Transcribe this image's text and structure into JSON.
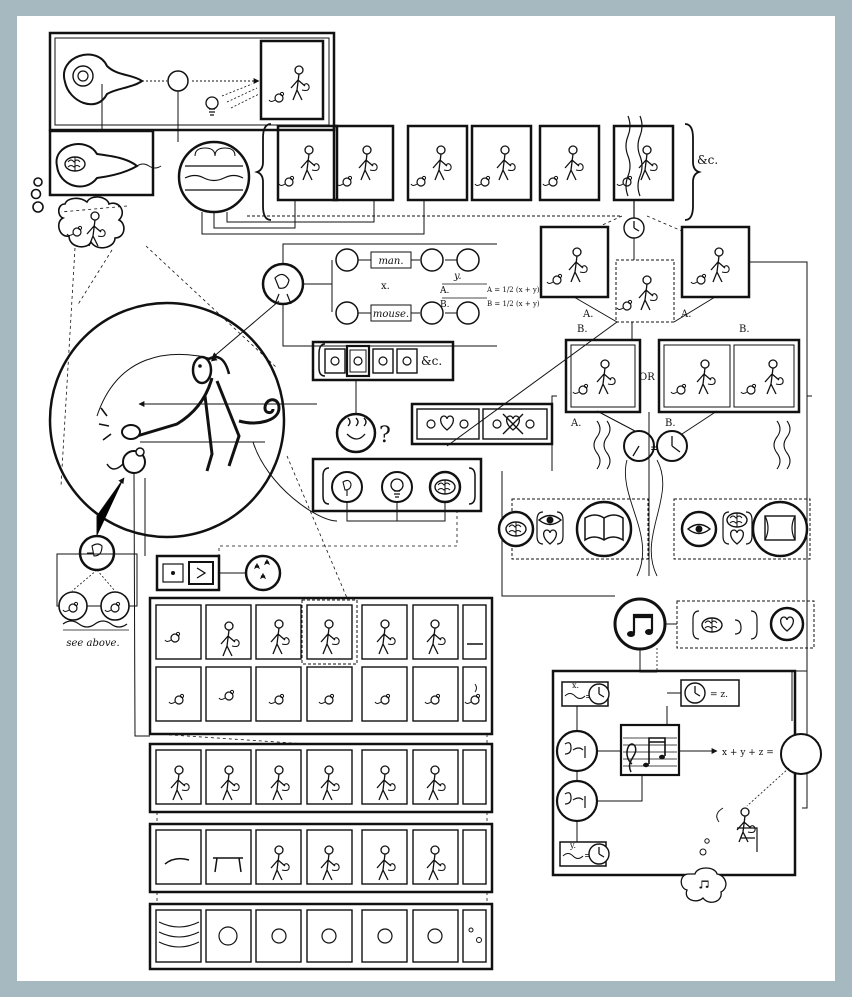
{
  "colors": {
    "background": "#a7b9c0",
    "sheet": "#ffffff",
    "ink": "#111111"
  },
  "labels": {
    "etc_top": "&c.",
    "etc_mid": "&c.",
    "man": "man.",
    "mouse": "mouse.",
    "x": "x.",
    "y": "y.",
    "a": "A.",
    "b": "B.",
    "formula_a": "A = 1/2 (x + y)",
    "formula_b": "B = 1/2 (x + y)",
    "or": "OR",
    "question": "?",
    "equals": "=",
    "see_above": "see above.",
    "x_small": "x.",
    "y_small": "y.",
    "z_eq": "= z.",
    "sum": "x + y + z ="
  },
  "icons": [
    "eye-icon",
    "heart-icon",
    "lightbulb-icon",
    "brain-icon",
    "book-icon",
    "theater-icon",
    "clock-icon",
    "music-note-icon",
    "stars-icon",
    "fire-icon",
    "ear-icon"
  ]
}
